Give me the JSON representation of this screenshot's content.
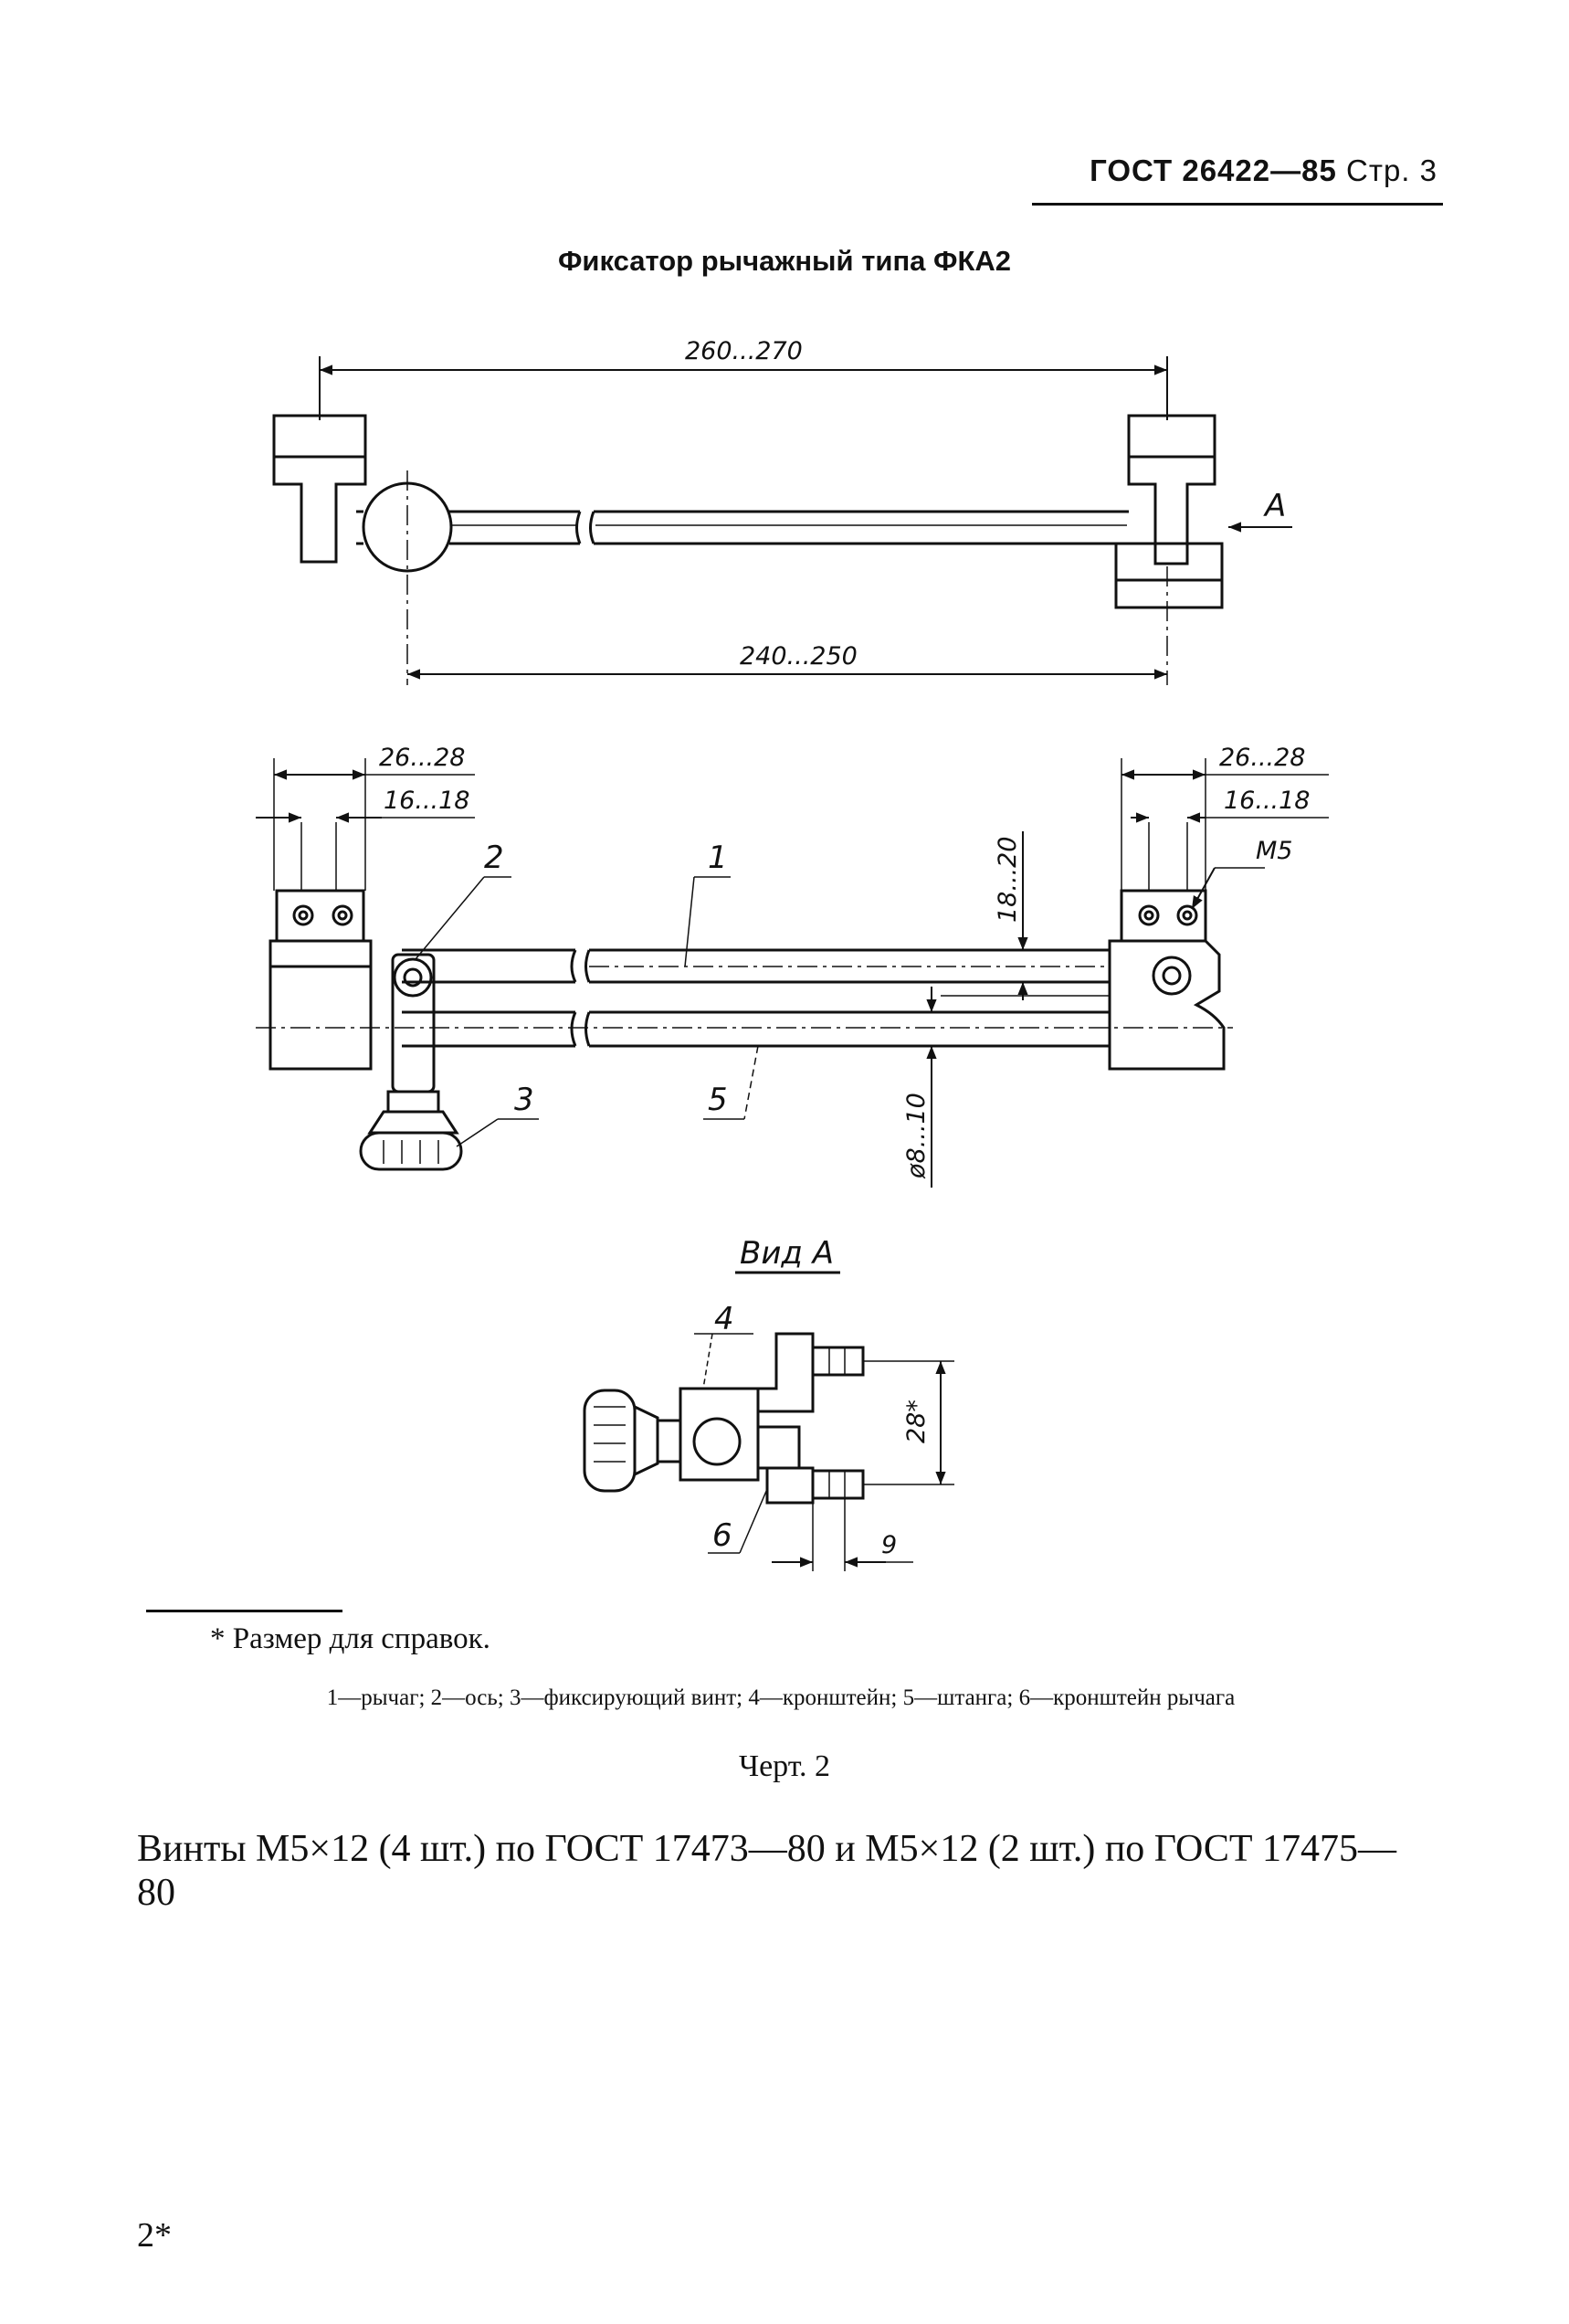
{
  "header": {
    "standard": "ГОСТ 26422—85",
    "page": "Стр. 3"
  },
  "title": "Фиксатор рычажный типа ФКА2",
  "dimensions": {
    "overall_length": "260...270",
    "center_length": "240...250",
    "left_outer": "26...28",
    "left_inner": "16...18",
    "right_outer": "26...28",
    "right_inner": "16...18",
    "height": "18...20",
    "diameter": "ø8...10",
    "view_height": "28*",
    "view_width": "9",
    "thread": "M5",
    "view_arrow": "A"
  },
  "parts": {
    "p1": "1",
    "p2": "2",
    "p3": "3",
    "p4": "4",
    "p5": "5",
    "p6": "6"
  },
  "view_label": "Вид A",
  "footnote": "* Размер для справок.",
  "legend": "1—рычаг; 2—ось; 3—фиксирующий винт; 4—кронштейн; 5—штанга; 6—кронштейн рычага",
  "figure_caption": "Черт. 2",
  "note": "Винты М5×12 (4 шт.) по ГОСТ 17473—80 и М5×12 (2 шт.) по ГОСТ 17475—80",
  "page_number": "2*"
}
